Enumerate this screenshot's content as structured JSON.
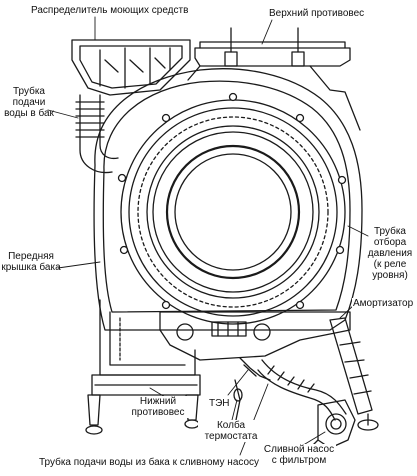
{
  "labels": {
    "detergent_dispenser": "Распределитель моющих средств",
    "upper_counterweight": "Верхний противовес",
    "water_supply_tube_l1": "Трубка",
    "water_supply_tube_l2": "подачи",
    "water_supply_tube_l3": "воды в бак",
    "front_cover_l1": "Передняя",
    "front_cover_l2": "крышка бака",
    "pressure_tube_l1": "Трубка",
    "pressure_tube_l2": "отбора",
    "pressure_tube_l3": "давления",
    "pressure_tube_l4": "(к реле",
    "pressure_tube_l5": "уровня)",
    "shock_absorber": "Амортизатор",
    "lower_counterweight_l1": "Нижний",
    "lower_counterweight_l2": "противовес",
    "heater": "ТЭН",
    "thermostat_bulb_l1": "Колба",
    "thermostat_bulb_l2": "термостата",
    "drain_tube": "Трубка подачи воды из бака к сливному насосу",
    "drain_pump_l1": "Сливной насос",
    "drain_pump_l2": "с фильтром"
  },
  "colors": {
    "line": "#1a1a1a",
    "background": "#ffffff"
  }
}
